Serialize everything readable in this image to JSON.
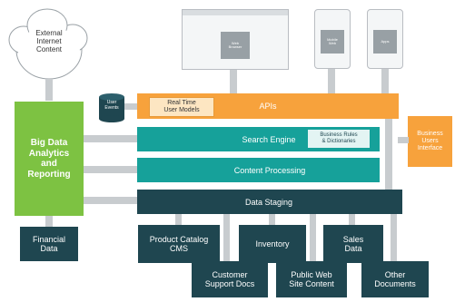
{
  "colors": {
    "green": "#7dc242",
    "orange": "#f7a23c",
    "teal": "#16a19a",
    "dark_teal": "#1f4650",
    "arrow_grey": "#c8cccf",
    "cylinder": "#1f4650"
  },
  "cloud": {
    "label": "External\nInternet\nContent"
  },
  "user_events": {
    "label": "User\nEvents"
  },
  "big_data": {
    "label": "Big Data\nAnalytics\nand\nReporting"
  },
  "real_time": {
    "label": "Real Time\nUser Models"
  },
  "apis": {
    "label": "APIs"
  },
  "search_engine": {
    "label": "Search Engine"
  },
  "business_rules": {
    "label": "Business Rules\n& Dictionaries"
  },
  "business_users": {
    "label": "Business\nUsers\nInterface"
  },
  "content_processing": {
    "label": "Content Processing"
  },
  "data_staging": {
    "label": "Data Staging"
  },
  "devices": {
    "browser": {
      "label": "Web\nBrowser"
    },
    "mobile": {
      "label": "Mobile\nWeb"
    },
    "app": {
      "label": "Apps"
    }
  },
  "sources": {
    "financial": {
      "label": "Financial\nData"
    },
    "product_catalog": {
      "label": "Product Catalog\nCMS"
    },
    "inventory": {
      "label": "Inventory"
    },
    "sales": {
      "label": "Sales\nData"
    },
    "customer_support": {
      "label": "Customer\nSupport Docs"
    },
    "public_web": {
      "label": "Public Web\nSite Content"
    },
    "other_docs": {
      "label": "Other\nDocuments"
    }
  }
}
